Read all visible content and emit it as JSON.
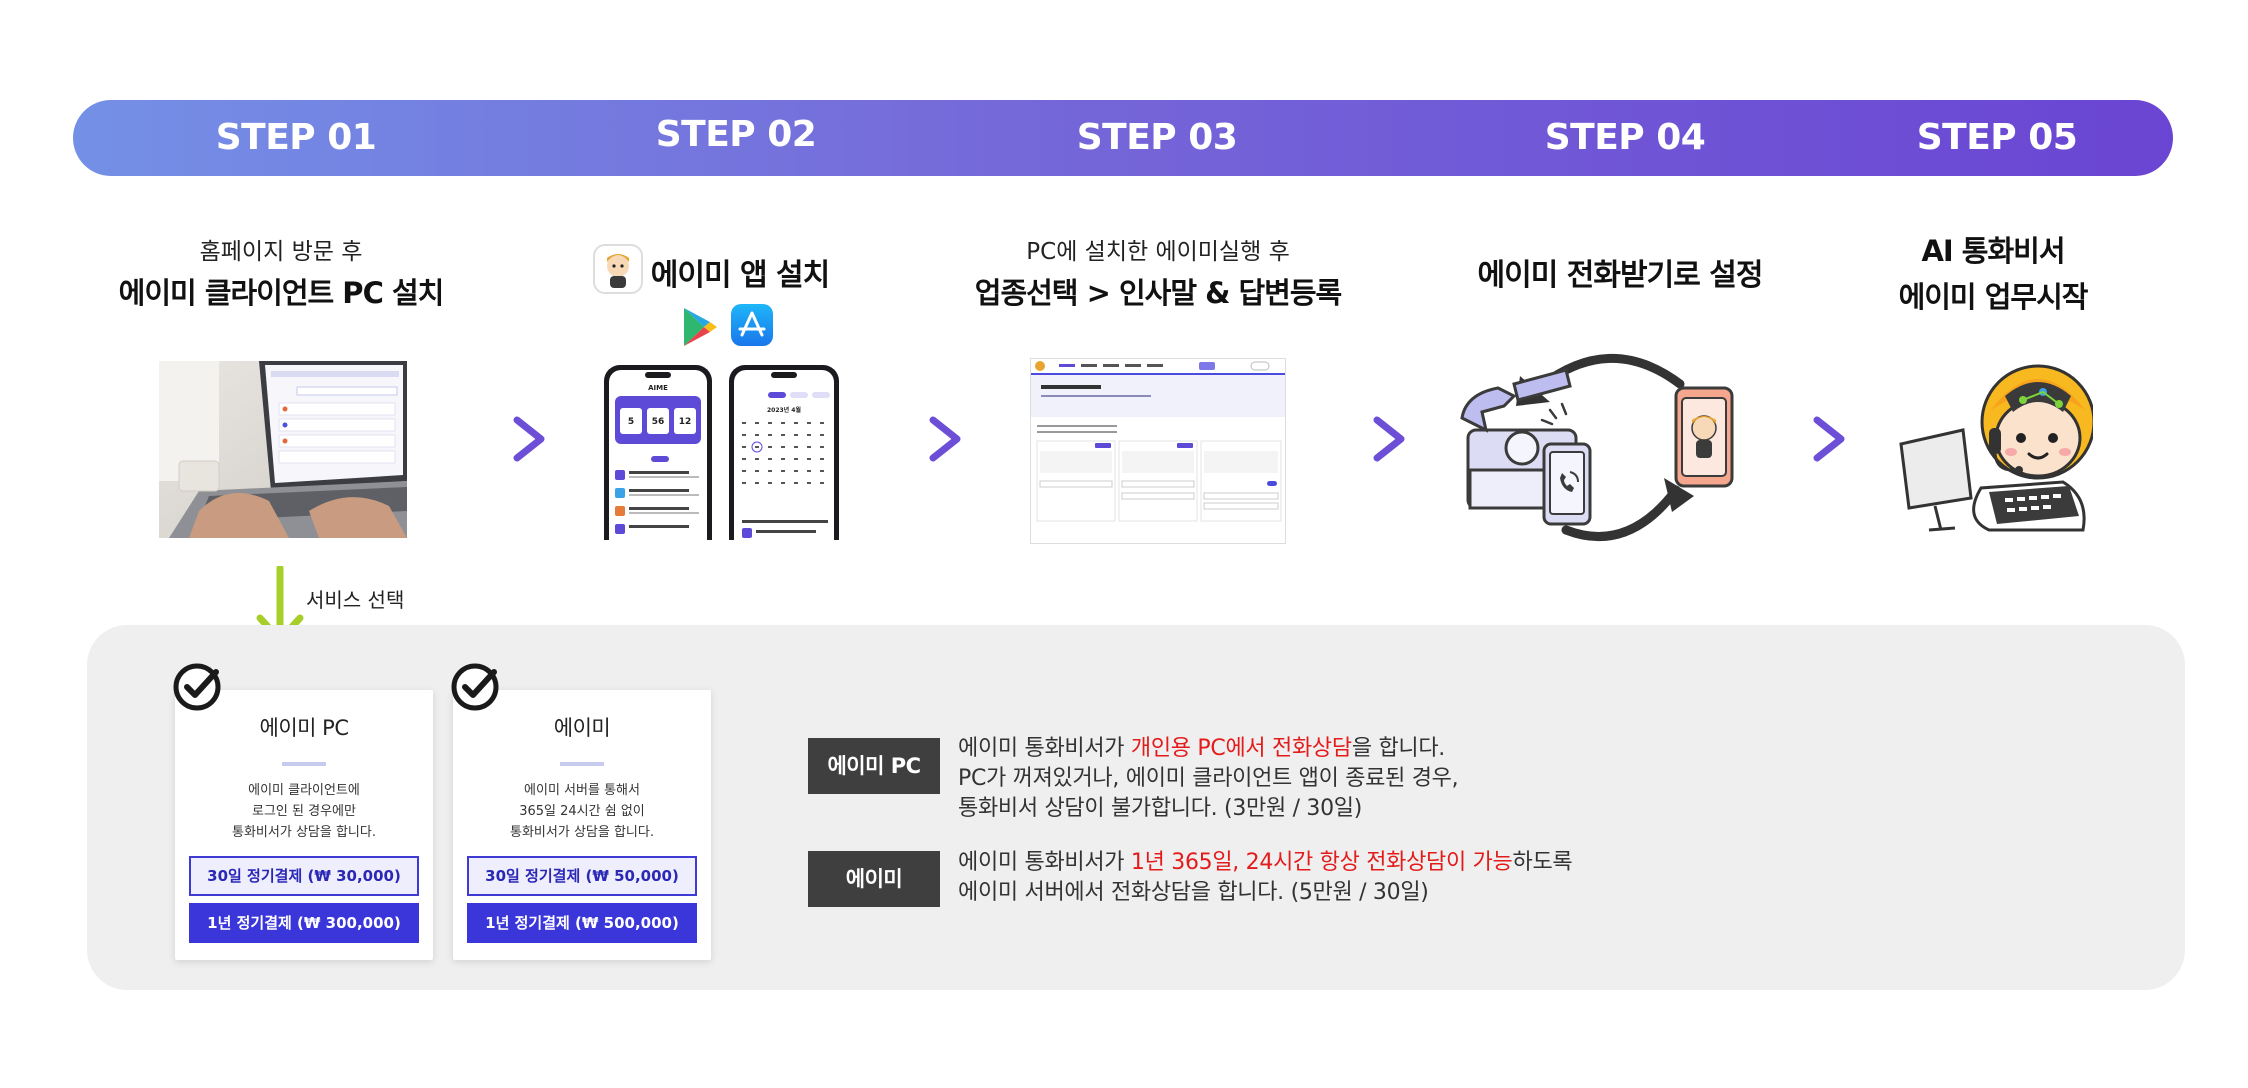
{
  "steps": [
    {
      "label": "STEP 01"
    },
    {
      "label": "STEP 02"
    },
    {
      "label": "STEP 03"
    },
    {
      "label": "STEP 04"
    },
    {
      "label": "STEP 05"
    }
  ],
  "step1": {
    "sub": "홈페이지 방문 후",
    "main": "에이미 클라이언트 PC 설치"
  },
  "step2": {
    "main": "에이미 앱 설치"
  },
  "step3": {
    "sub": "PC에 설치한 에이미실행 후",
    "main": "업종선택 > 인사말 & 답변등록"
  },
  "step4": {
    "main": "에이미 전화받기로 설정"
  },
  "step5": {
    "line1": "AI 통화비서",
    "line2": "에이미 업무시작"
  },
  "service_select_label": "서비스 선택",
  "phone_app": {
    "brand": "AIME",
    "stats": [
      "5",
      "56",
      "12"
    ],
    "calendar_title": "2023년 4월"
  },
  "plans": [
    {
      "title": "에이미 PC",
      "desc": "에이미 클라이언트에\n로그인 된 경우에만\n통화비서가 상담을 합니다.",
      "monthly": "30일 정기결제 (₩ 30,000)",
      "yearly": "1년 정기결제 (₩ 300,000)"
    },
    {
      "title": "에이미",
      "desc": "에이미 서버를 통해서\n365일 24시간 쉼 없이\n통화비서가 상담을 합니다.",
      "monthly": "30일 정기결제 (₩ 50,000)",
      "yearly": "1년 정기결제 (₩ 500,000)"
    }
  ],
  "info": {
    "pc": {
      "tag": "에이미 PC",
      "l1a": "에이미 통화비서가 ",
      "l1b": "개인용 PC에서 전화상담",
      "l1c": "을 합니다.",
      "l2": "PC가 꺼져있거나, 에이미 클라이언트 앱이 종료된 경우,",
      "l3": "통화비서 상담이 불가합니다. (3만원 / 30일)"
    },
    "server": {
      "tag": "에이미",
      "l1a": "에이미 통화비서가 ",
      "l1b": "1년 365일, 24시간 항상 전화상담이 가능",
      "l1c": "하도록",
      "l2": "에이미 서버에서 전화상담을 합니다. (5만원 / 30일)"
    }
  },
  "colors": {
    "bar_start": "#7490e6",
    "bar_end": "#6a45d3",
    "accent": "#3a36d9",
    "chevron": "#6c4fd6",
    "highlight": "#e31b1b",
    "arrow_green": "#a6cf2a"
  },
  "icons": [
    "google-play-icon",
    "app-store-icon",
    "check-icon",
    "chevron-right-icon",
    "down-arrow-icon"
  ]
}
